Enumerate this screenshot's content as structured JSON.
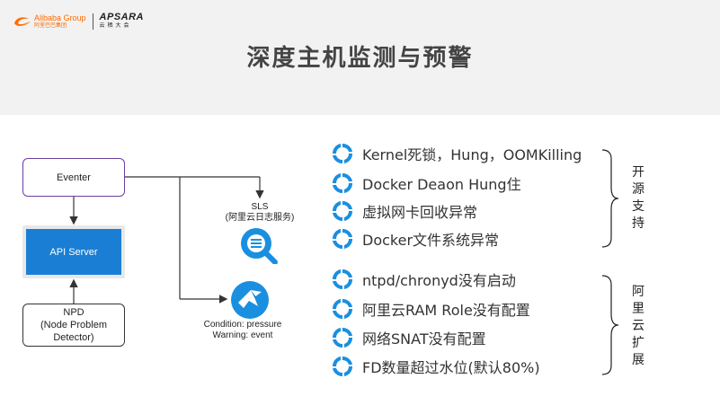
{
  "header": {
    "logo_alibaba_en": "Alibaba Group",
    "logo_alibaba_cn": "阿里巴巴集团",
    "logo_apsara_en": "APSARA",
    "logo_apsara_cn": "云栖大会",
    "title": "深度主机监测与预警"
  },
  "diagram": {
    "eventer": "Eventer",
    "api_server": "API Server",
    "npd_line1": "NPD",
    "npd_line2": "(Node Problem",
    "npd_line3": "Detector)",
    "sls_line1": "SLS",
    "sls_line2": "(阿里云日志服务)",
    "condition": "Condition: pressure",
    "warning": "Warning: event"
  },
  "groups": [
    {
      "label_chars": [
        "开",
        "源",
        "支",
        "持"
      ],
      "items": [
        "Kernel死锁，Hung，OOMKilling",
        "Docker Deaon Hung住",
        "虚拟网卡回收异常",
        "Docker文件系统异常"
      ]
    },
    {
      "label_chars": [
        "阿",
        "里",
        "云",
        "扩",
        "展"
      ],
      "items": [
        "ntpd/chronyd没有启动",
        "阿里云RAM Role没有配置",
        "网络SNAT没有配置",
        "FD数量超过水位(默认80%)"
      ]
    }
  ],
  "colors": {
    "item_icon": "#1a8fe0",
    "api_server_bg": "#1a7fd4",
    "eventer_border": "#6b3fa0",
    "brand_orange": "#ff6a00"
  },
  "icons": {
    "item": "refresh-cycle-icon",
    "sls": "sls-search-icon",
    "event": "event-bird-icon"
  }
}
